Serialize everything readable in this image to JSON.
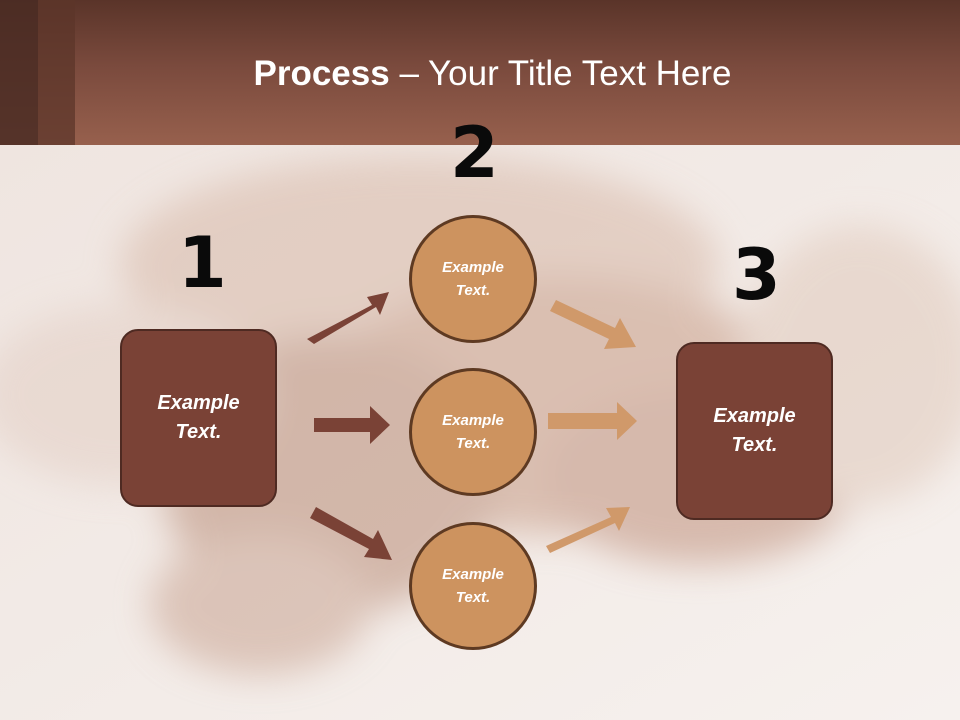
{
  "slide": {
    "title_bold": "Process",
    "title_rest": " – Your Title Text Here"
  },
  "steps": {
    "num1": "1",
    "num2": "2",
    "num3": "3"
  },
  "left_box": {
    "line1": "Example",
    "line2": "Text."
  },
  "right_box": {
    "line1": "Example",
    "line2": "Text."
  },
  "circles": [
    {
      "line1": "Example",
      "line2": "Text."
    },
    {
      "line1": "Example",
      "line2": "Text."
    },
    {
      "line1": "Example",
      "line2": "Text."
    }
  ],
  "colors": {
    "header": "#7a4a3d",
    "box_fill": "#7a4236",
    "circle_fill": "#cd935f",
    "arrow_dark": "#7a4236",
    "arrow_light": "#d0996a"
  }
}
